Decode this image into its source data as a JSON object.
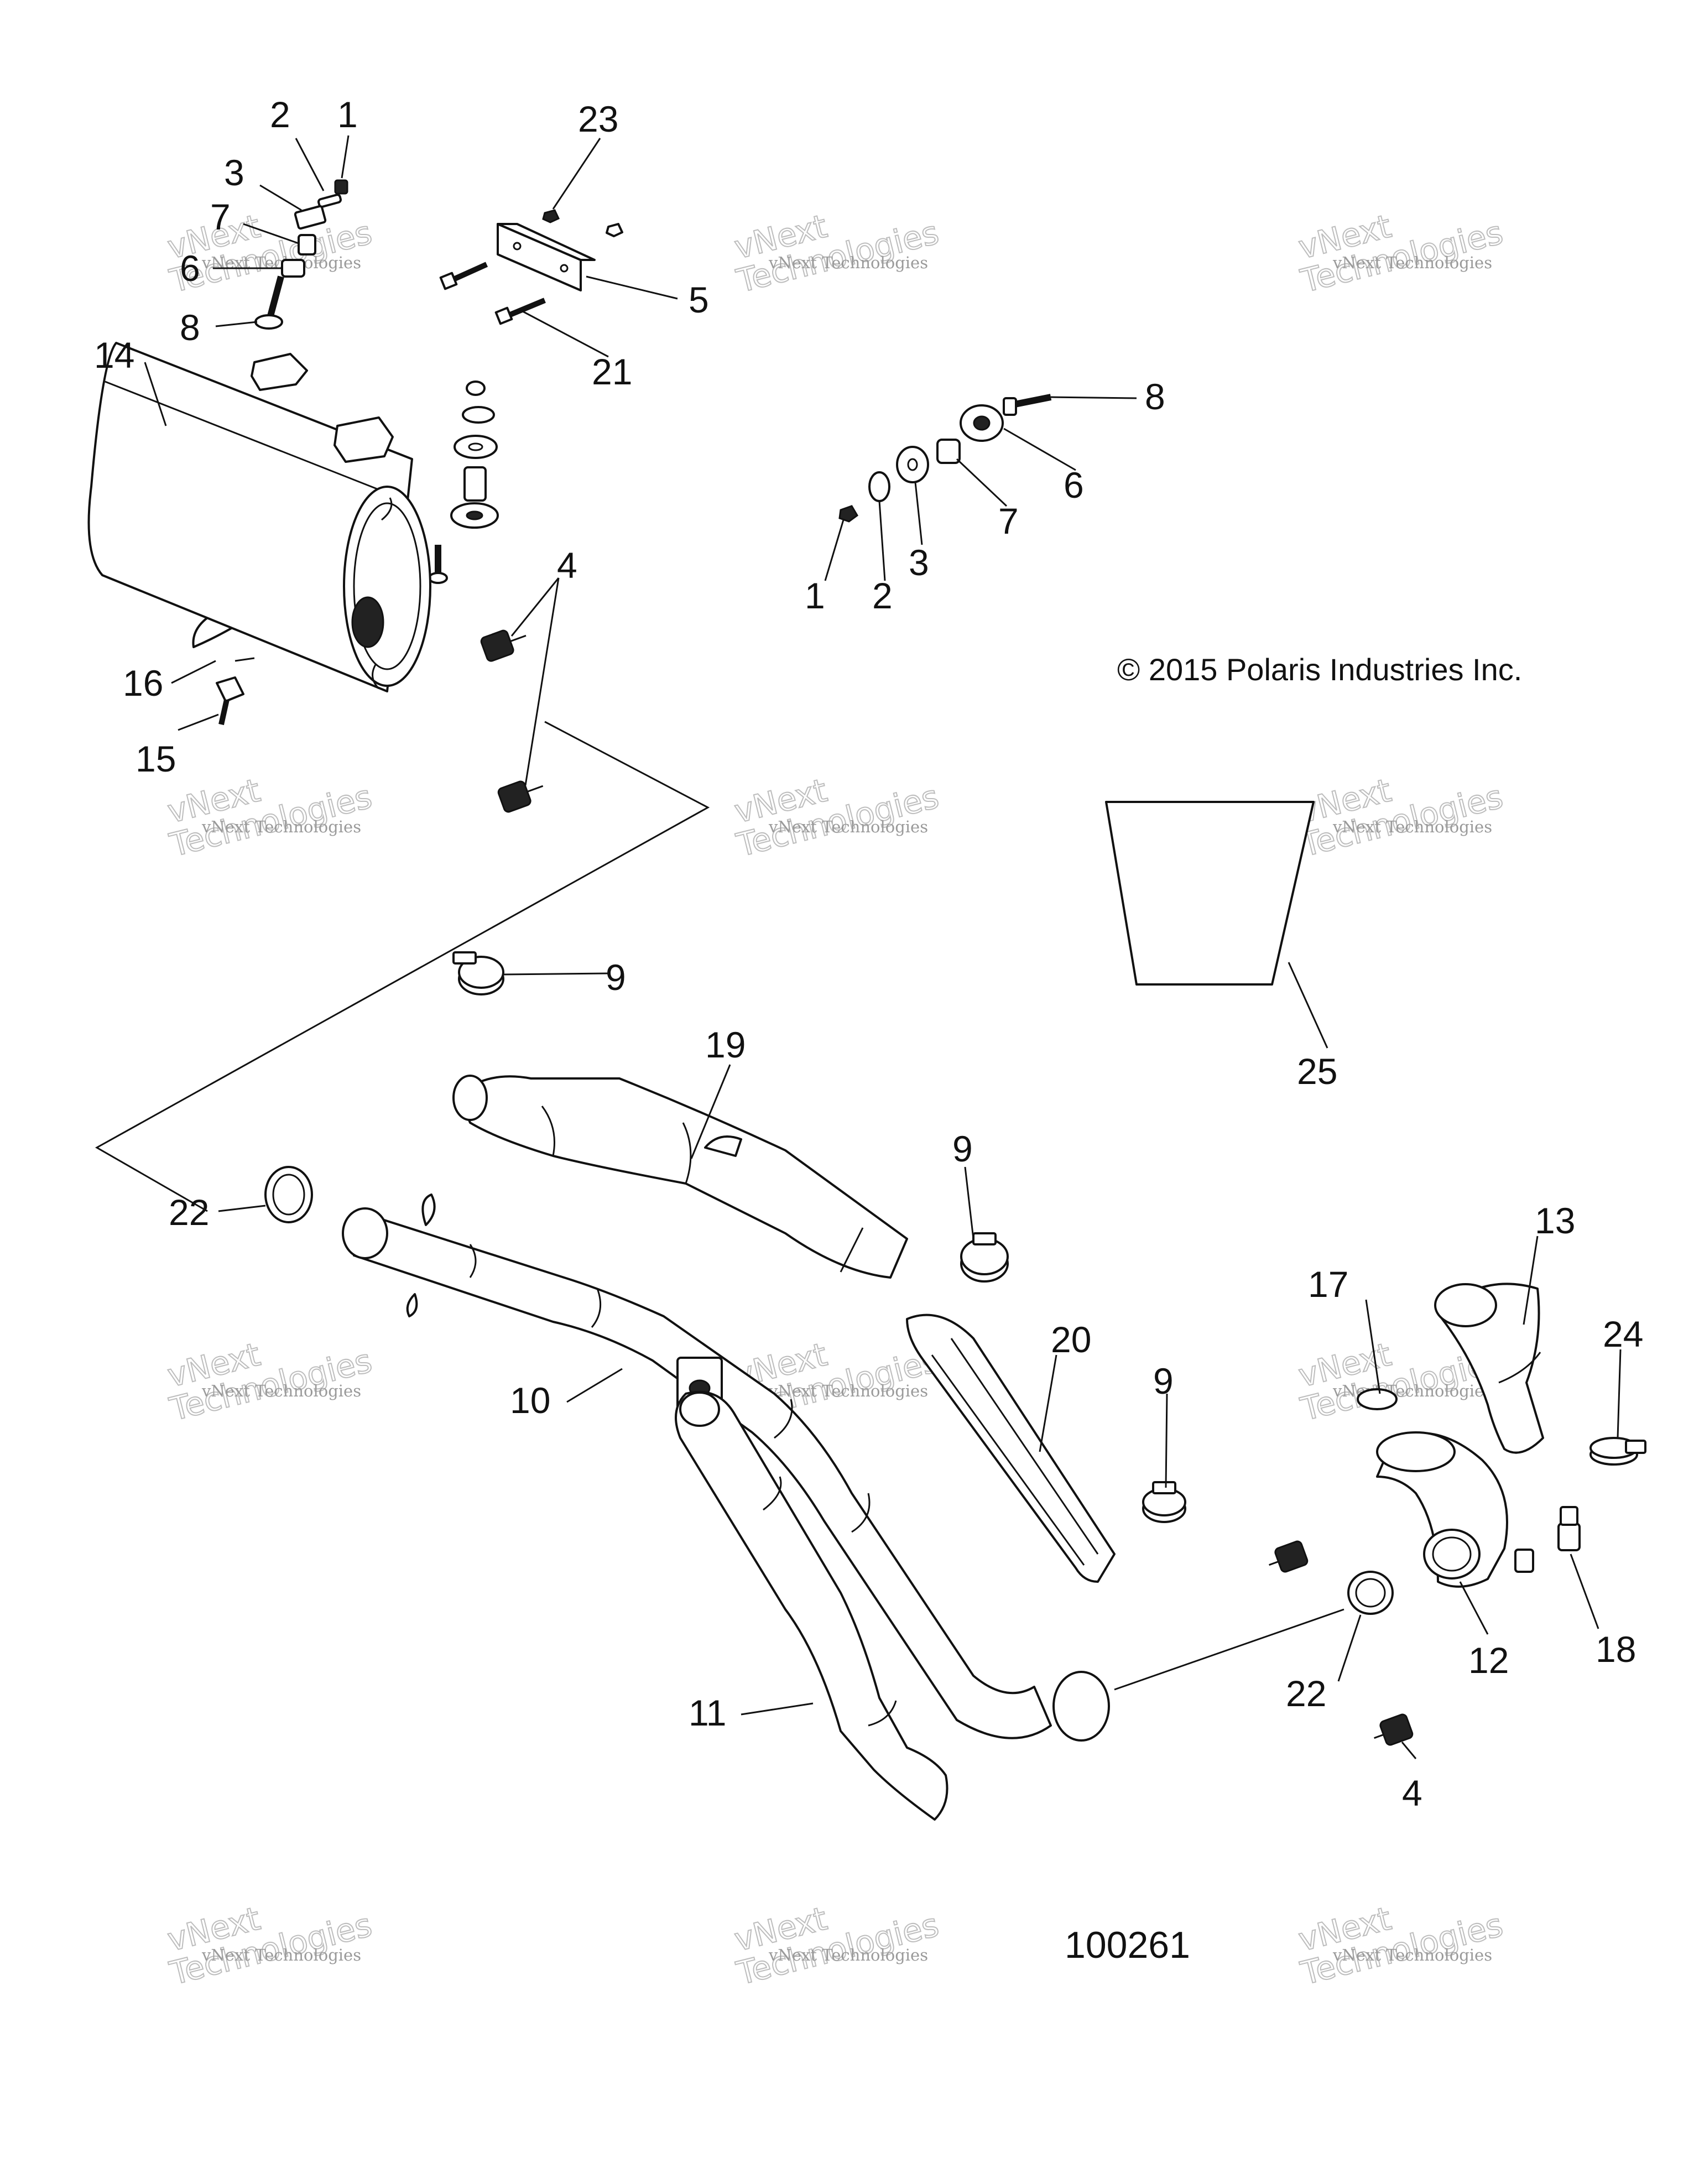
{
  "copyright": "© 2015 Polaris Industries Inc.",
  "figure_number": "100261",
  "watermark": {
    "line1": "vNext Technologies",
    "line2": "vNext\nTechnologies"
  },
  "callouts": {
    "c1a": "1",
    "c2a": "2",
    "c3a": "3",
    "c7a": "7",
    "c6a": "6",
    "c8a": "8",
    "c23": "23",
    "c5": "5",
    "c21": "21",
    "c14": "14",
    "c8b": "8",
    "c6b": "6",
    "c7b": "7",
    "c3b": "3",
    "c2b": "2",
    "c1b": "1",
    "c4a": "4",
    "c16": "16",
    "c15": "15",
    "c9a": "9",
    "c19": "19",
    "c25": "25",
    "c22a": "22",
    "c9b": "9",
    "c10": "10",
    "c20": "20",
    "c9c": "9",
    "c13": "13",
    "c17": "17",
    "c24": "24",
    "c11": "11",
    "c18": "18",
    "c12": "12",
    "c22b": "22",
    "c4b": "4"
  }
}
